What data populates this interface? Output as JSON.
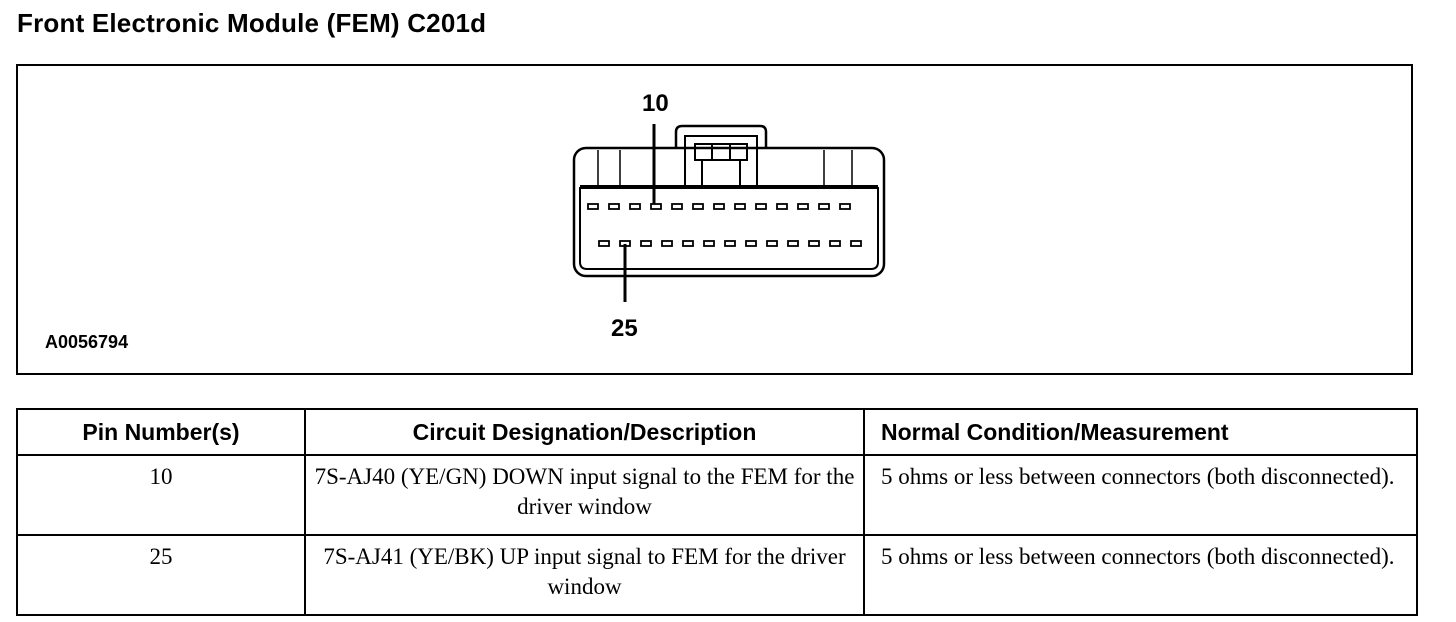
{
  "page": {
    "title": "Front Electronic Module (FEM) C201d"
  },
  "diagram": {
    "figure_id": "A0056794",
    "top_pin_label": "10",
    "bottom_pin_label": "25",
    "top_row_pin_count": 13,
    "bottom_row_pin_count": 13
  },
  "table": {
    "headers": [
      "Pin Number(s)",
      "Circuit Designation/Description",
      "Normal Condition/Measurement"
    ],
    "rows": [
      {
        "pin": "10",
        "description": "7S-AJ40 (YE/GN) DOWN input signal to the FEM for the driver window",
        "measurement": "5 ohms or less between connectors (both disconnected)."
      },
      {
        "pin": "25",
        "description": "7S-AJ41 (YE/BK) UP input signal to FEM for the driver window",
        "measurement": "5 ohms or less between connectors (both disconnected)."
      }
    ]
  }
}
